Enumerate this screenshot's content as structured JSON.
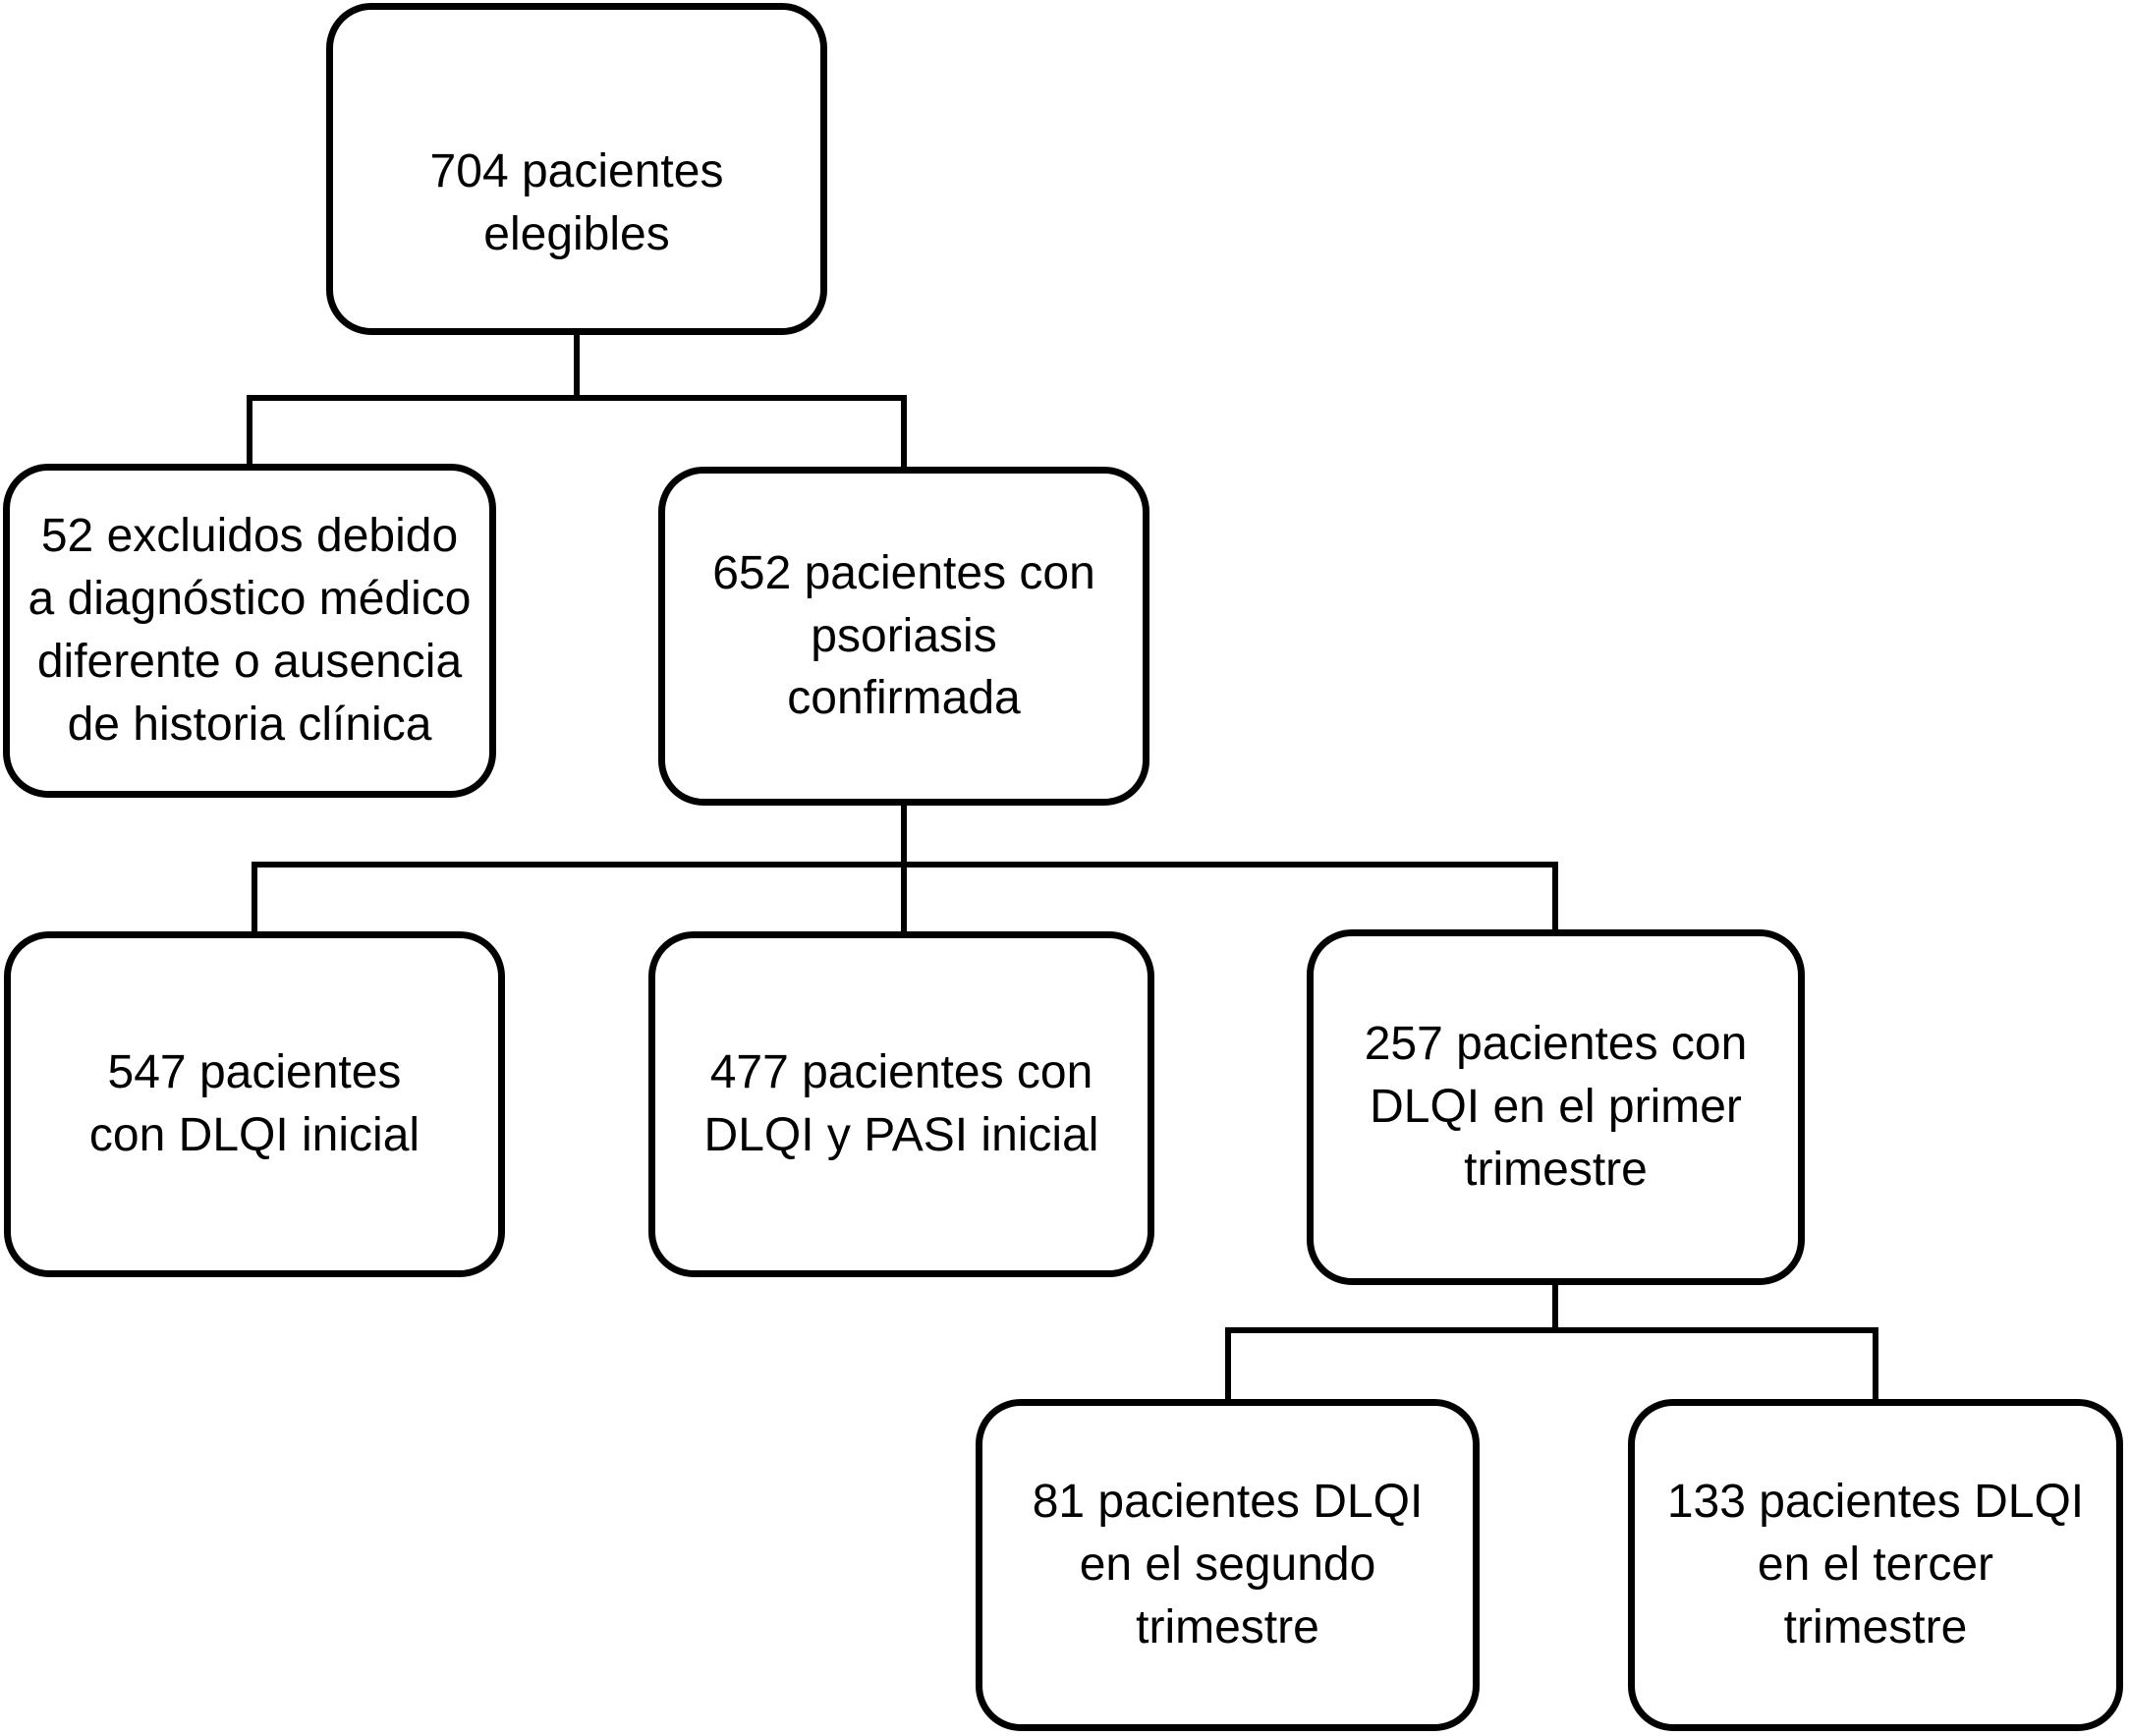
{
  "diagram": {
    "type": "patient-flow-chart",
    "language": "es",
    "nodes": {
      "eligible": {
        "count": 704,
        "label": "704 pacientes\nelegibles"
      },
      "excluded": {
        "count": 52,
        "label": "52 excluidos debido\na diagnóstico médico\ndiferente o ausencia\nde historia clínica"
      },
      "confirmed": {
        "count": 652,
        "label": "652 pacientes con\npsoriasis\nconfirmada"
      },
      "dlqi_initial": {
        "count": 547,
        "label": "547 pacientes\ncon DLQI inicial"
      },
      "dlqi_pasi": {
        "count": 477,
        "label": "477 pacientes con\nDLQI y PASI inicial"
      },
      "dlqi_q1": {
        "count": 257,
        "label": "257 pacientes con\nDLQI en el primer\ntrimestre"
      },
      "dlqi_q2": {
        "count": 81,
        "label": "81 pacientes DLQI\nen el segundo\ntrimestre"
      },
      "dlqi_q3": {
        "count": 133,
        "label": "133 pacientes DLQI\nen el tercer\ntrimestre"
      }
    },
    "edges": [
      {
        "from": "eligible",
        "to": "excluded"
      },
      {
        "from": "eligible",
        "to": "confirmed"
      },
      {
        "from": "confirmed",
        "to": "dlqi_initial"
      },
      {
        "from": "confirmed",
        "to": "dlqi_pasi"
      },
      {
        "from": "confirmed",
        "to": "dlqi_q1"
      },
      {
        "from": "dlqi_q1",
        "to": "dlqi_q2"
      },
      {
        "from": "dlqi_q1",
        "to": "dlqi_q3"
      }
    ],
    "colors": {
      "background": "#ffffff",
      "box_fill": "#ffffff",
      "box_border": "#000000",
      "line": "#000000",
      "text": "#000000"
    }
  }
}
